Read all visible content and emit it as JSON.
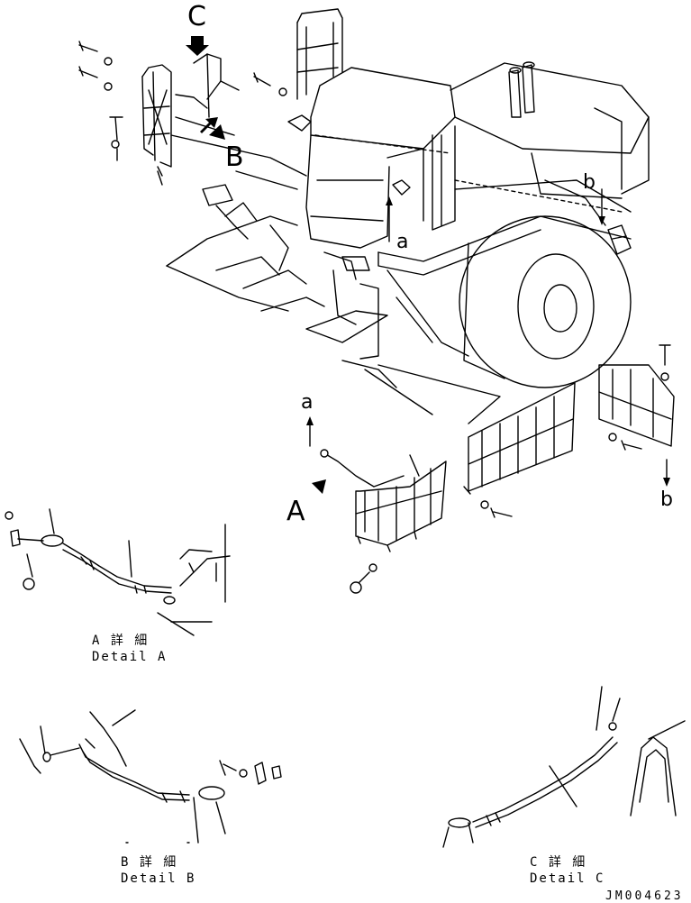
{
  "labels": {
    "callout_c": "C",
    "callout_b": "B",
    "callout_a": "A",
    "point_a_top": "a",
    "point_a_lower": "a",
    "point_b_top": "b",
    "point_b_lower": "b"
  },
  "details": {
    "a_jp": "A 詳 細",
    "a_en": "Detail A",
    "b_jp": "B 詳 細",
    "b_en": "Detail B",
    "c_jp": "C 詳 細",
    "c_en": "Detail C"
  },
  "drawing_code": "JM004623"
}
